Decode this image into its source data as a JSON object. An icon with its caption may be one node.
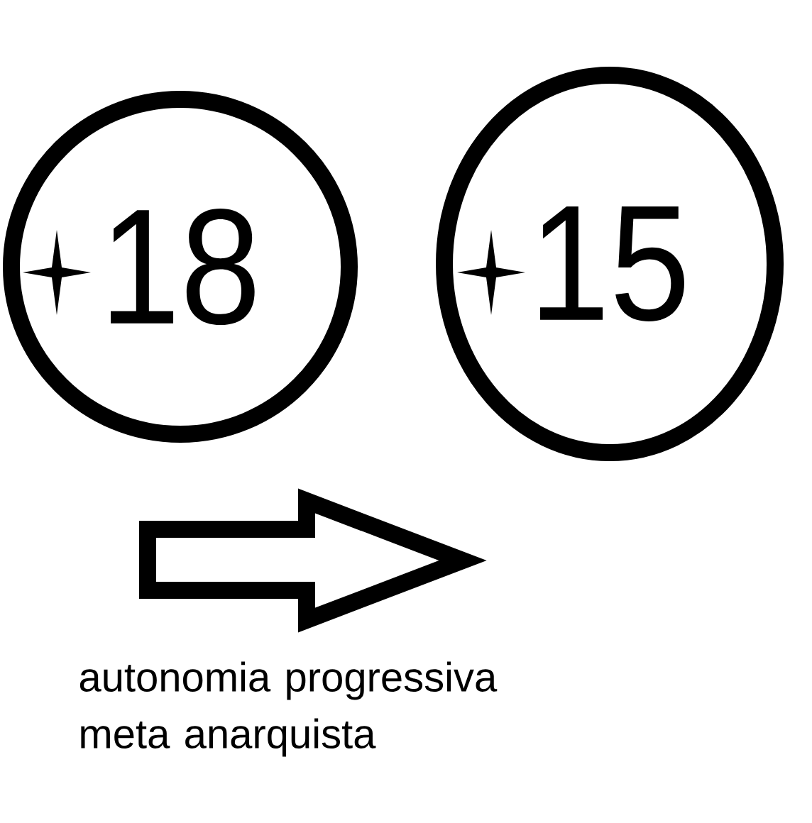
{
  "diagram": {
    "nodes": [
      {
        "text": [
          "18"
        ]
      },
      {
        "text": [
          "15"
        ]
      }
    ],
    "labels": [
      "autonomia progressiva meta anarquista"
    ]
  }
}
